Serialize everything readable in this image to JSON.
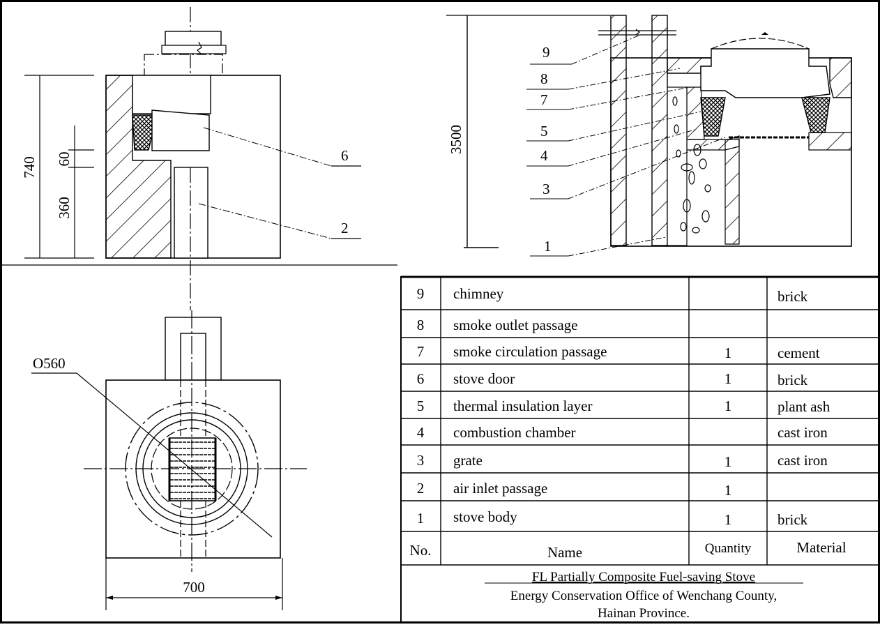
{
  "side_view": {
    "dim_overall_height": "740",
    "dim_door_gap": "60",
    "dim_lower_height": "360",
    "callout_6": "6",
    "callout_2": "2"
  },
  "plan_view": {
    "dim_diameter": "O560",
    "dim_width": "700"
  },
  "section_view": {
    "dim_height": "3500",
    "callouts": [
      "9",
      "8",
      "7",
      "5",
      "4",
      "3",
      "1"
    ]
  },
  "parts_table": {
    "headers": {
      "no": "No.",
      "name": "Name",
      "quantity": "Quantity",
      "material": "Material"
    },
    "rows": [
      {
        "no": "9",
        "name": "chimney",
        "quantity": "",
        "material": "brick"
      },
      {
        "no": "8",
        "name": "smoke outlet passage",
        "quantity": "",
        "material": ""
      },
      {
        "no": "7",
        "name": "smoke circulation passage",
        "quantity": "1",
        "material": "cement"
      },
      {
        "no": "6",
        "name": "stove door",
        "quantity": "1",
        "material": "brick"
      },
      {
        "no": "5",
        "name": "thermal insulation layer",
        "quantity": "1",
        "material": "plant ash"
      },
      {
        "no": "4",
        "name": "combustion chamber",
        "quantity": "",
        "material": "cast iron"
      },
      {
        "no": "3",
        "name": "grate",
        "quantity": "1",
        "material": "cast iron"
      },
      {
        "no": "2",
        "name": "air inlet passage",
        "quantity": "1",
        "material": ""
      },
      {
        "no": "1",
        "name": "stove body",
        "quantity": "1",
        "material": "brick"
      }
    ],
    "title_line1": "FL Partially Composite Fuel-saving Stove",
    "title_line2": "Energy Conservation Office of Wenchang County,",
    "title_line3": "Hainan Province."
  }
}
